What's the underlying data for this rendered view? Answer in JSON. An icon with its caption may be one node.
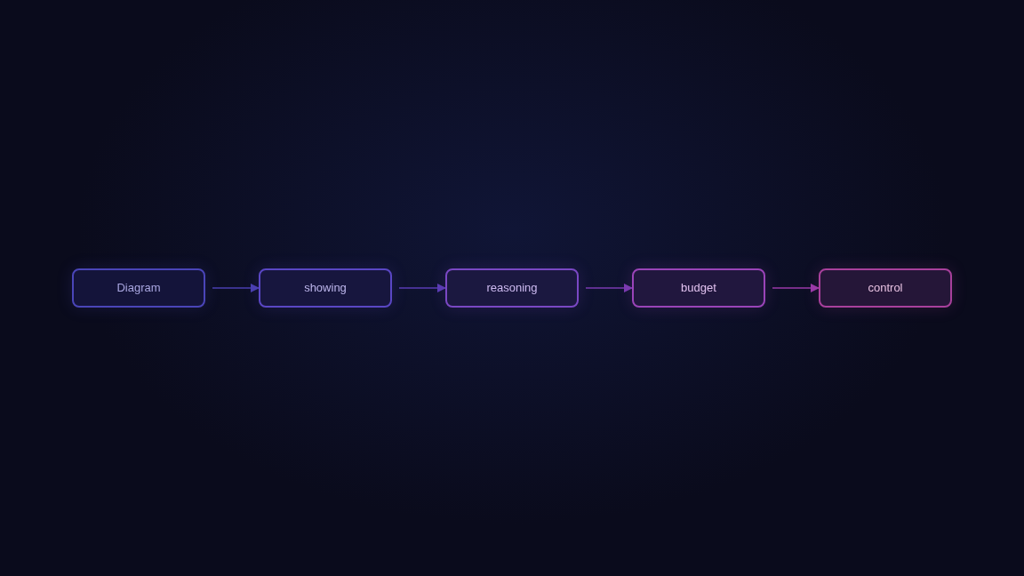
{
  "diagram": {
    "nodes": [
      {
        "text": [
          "Diagram"
        ]
      },
      {
        "text": [
          "showing"
        ]
      },
      {
        "text": [
          "reasoning"
        ]
      },
      {
        "text": [
          "budget"
        ]
      },
      {
        "text": [
          "control"
        ]
      }
    ],
    "edges": [
      {
        "from": 0,
        "to": 1,
        "arrow": "to",
        "color": "#4a3fb0"
      },
      {
        "from": 1,
        "to": 2,
        "arrow": "to",
        "color": "#5a3cb4"
      },
      {
        "from": 2,
        "to": 3,
        "arrow": "to",
        "color": "#7a3ab0"
      },
      {
        "from": 3,
        "to": 4,
        "arrow": "to",
        "color": "#9a3aa8"
      }
    ]
  }
}
